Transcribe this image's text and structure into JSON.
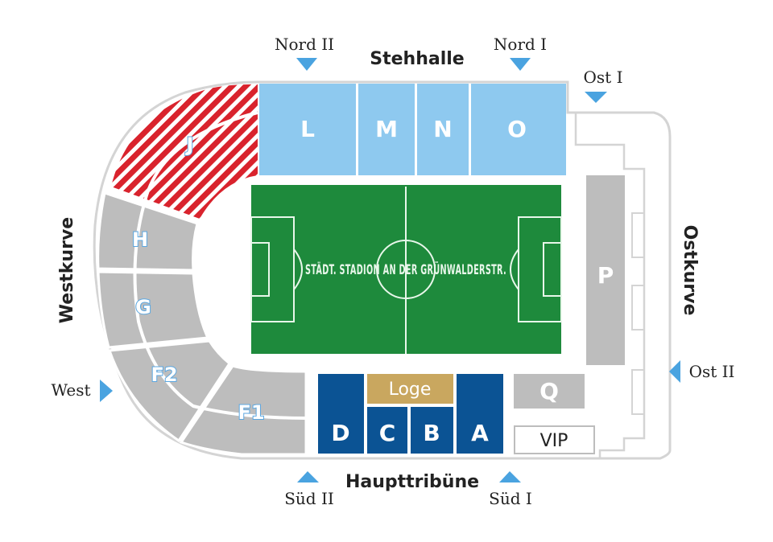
{
  "stands": {
    "north": "Stehhalle",
    "south": "Haupttribüne",
    "west": "Westkurve",
    "east": "Ostkurve"
  },
  "gates": {
    "nord_ii": "Nord II",
    "nord_i": "Nord I",
    "ost_i": "Ost I",
    "ost_ii": "Ost II",
    "west": "West",
    "sued_ii": "Süd II",
    "sued_i": "Süd I"
  },
  "blocks": {
    "L": "L",
    "M": "M",
    "N": "N",
    "O": "O",
    "J": "J",
    "H": "H",
    "G": "G",
    "F2": "F2",
    "F1": "F1",
    "D": "D",
    "C": "C",
    "B": "B",
    "A": "A",
    "loge": "Loge",
    "P": "P",
    "Q": "Q",
    "vip": "VIP"
  },
  "pitch_label": "STÄDT. STADION AN DER GRÜNWALDERSTR.",
  "colors": {
    "north_blocks": "#8ec9ef",
    "main_stand_blocks": "#0b5394",
    "loge": "#c9a75f",
    "grey_blocks": "#bdbdbd",
    "away_block_stripe": "#d9232d",
    "pitch": "#1e8a3c",
    "gate_arrow": "#4aa3e0"
  }
}
